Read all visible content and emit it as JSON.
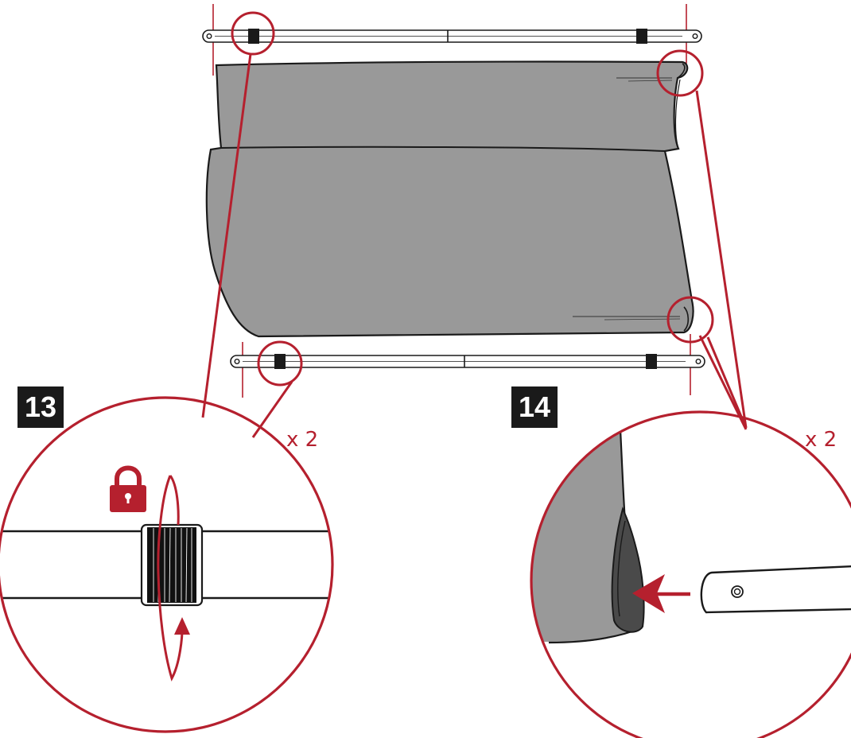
{
  "steps": [
    {
      "number": "13",
      "quantity": "x 2",
      "detail": "rotate-lock-connector"
    },
    {
      "number": "14",
      "quantity": "x 2",
      "detail": "insert-pole-into-sleeve"
    }
  ],
  "icons": {
    "lock": "lock-icon",
    "rotate": "rotate-arrow-icon",
    "insert": "insert-arrow-icon"
  },
  "colors": {
    "accent": "#b5202e",
    "fabric": "#999999",
    "fabric_dark": "#4a4a4a",
    "outline": "#1a1a1a",
    "badge": "#1a1a1a"
  }
}
